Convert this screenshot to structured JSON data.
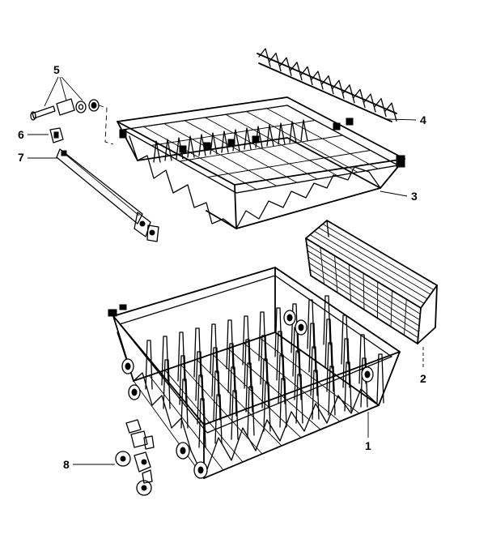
{
  "callouts": {
    "c1": "1",
    "c2": "2",
    "c3": "3",
    "c4": "4",
    "c5": "5",
    "c6": "6",
    "c7": "7",
    "c8": "8"
  },
  "colors": {
    "ink": "#000000",
    "paper": "#ffffff"
  }
}
